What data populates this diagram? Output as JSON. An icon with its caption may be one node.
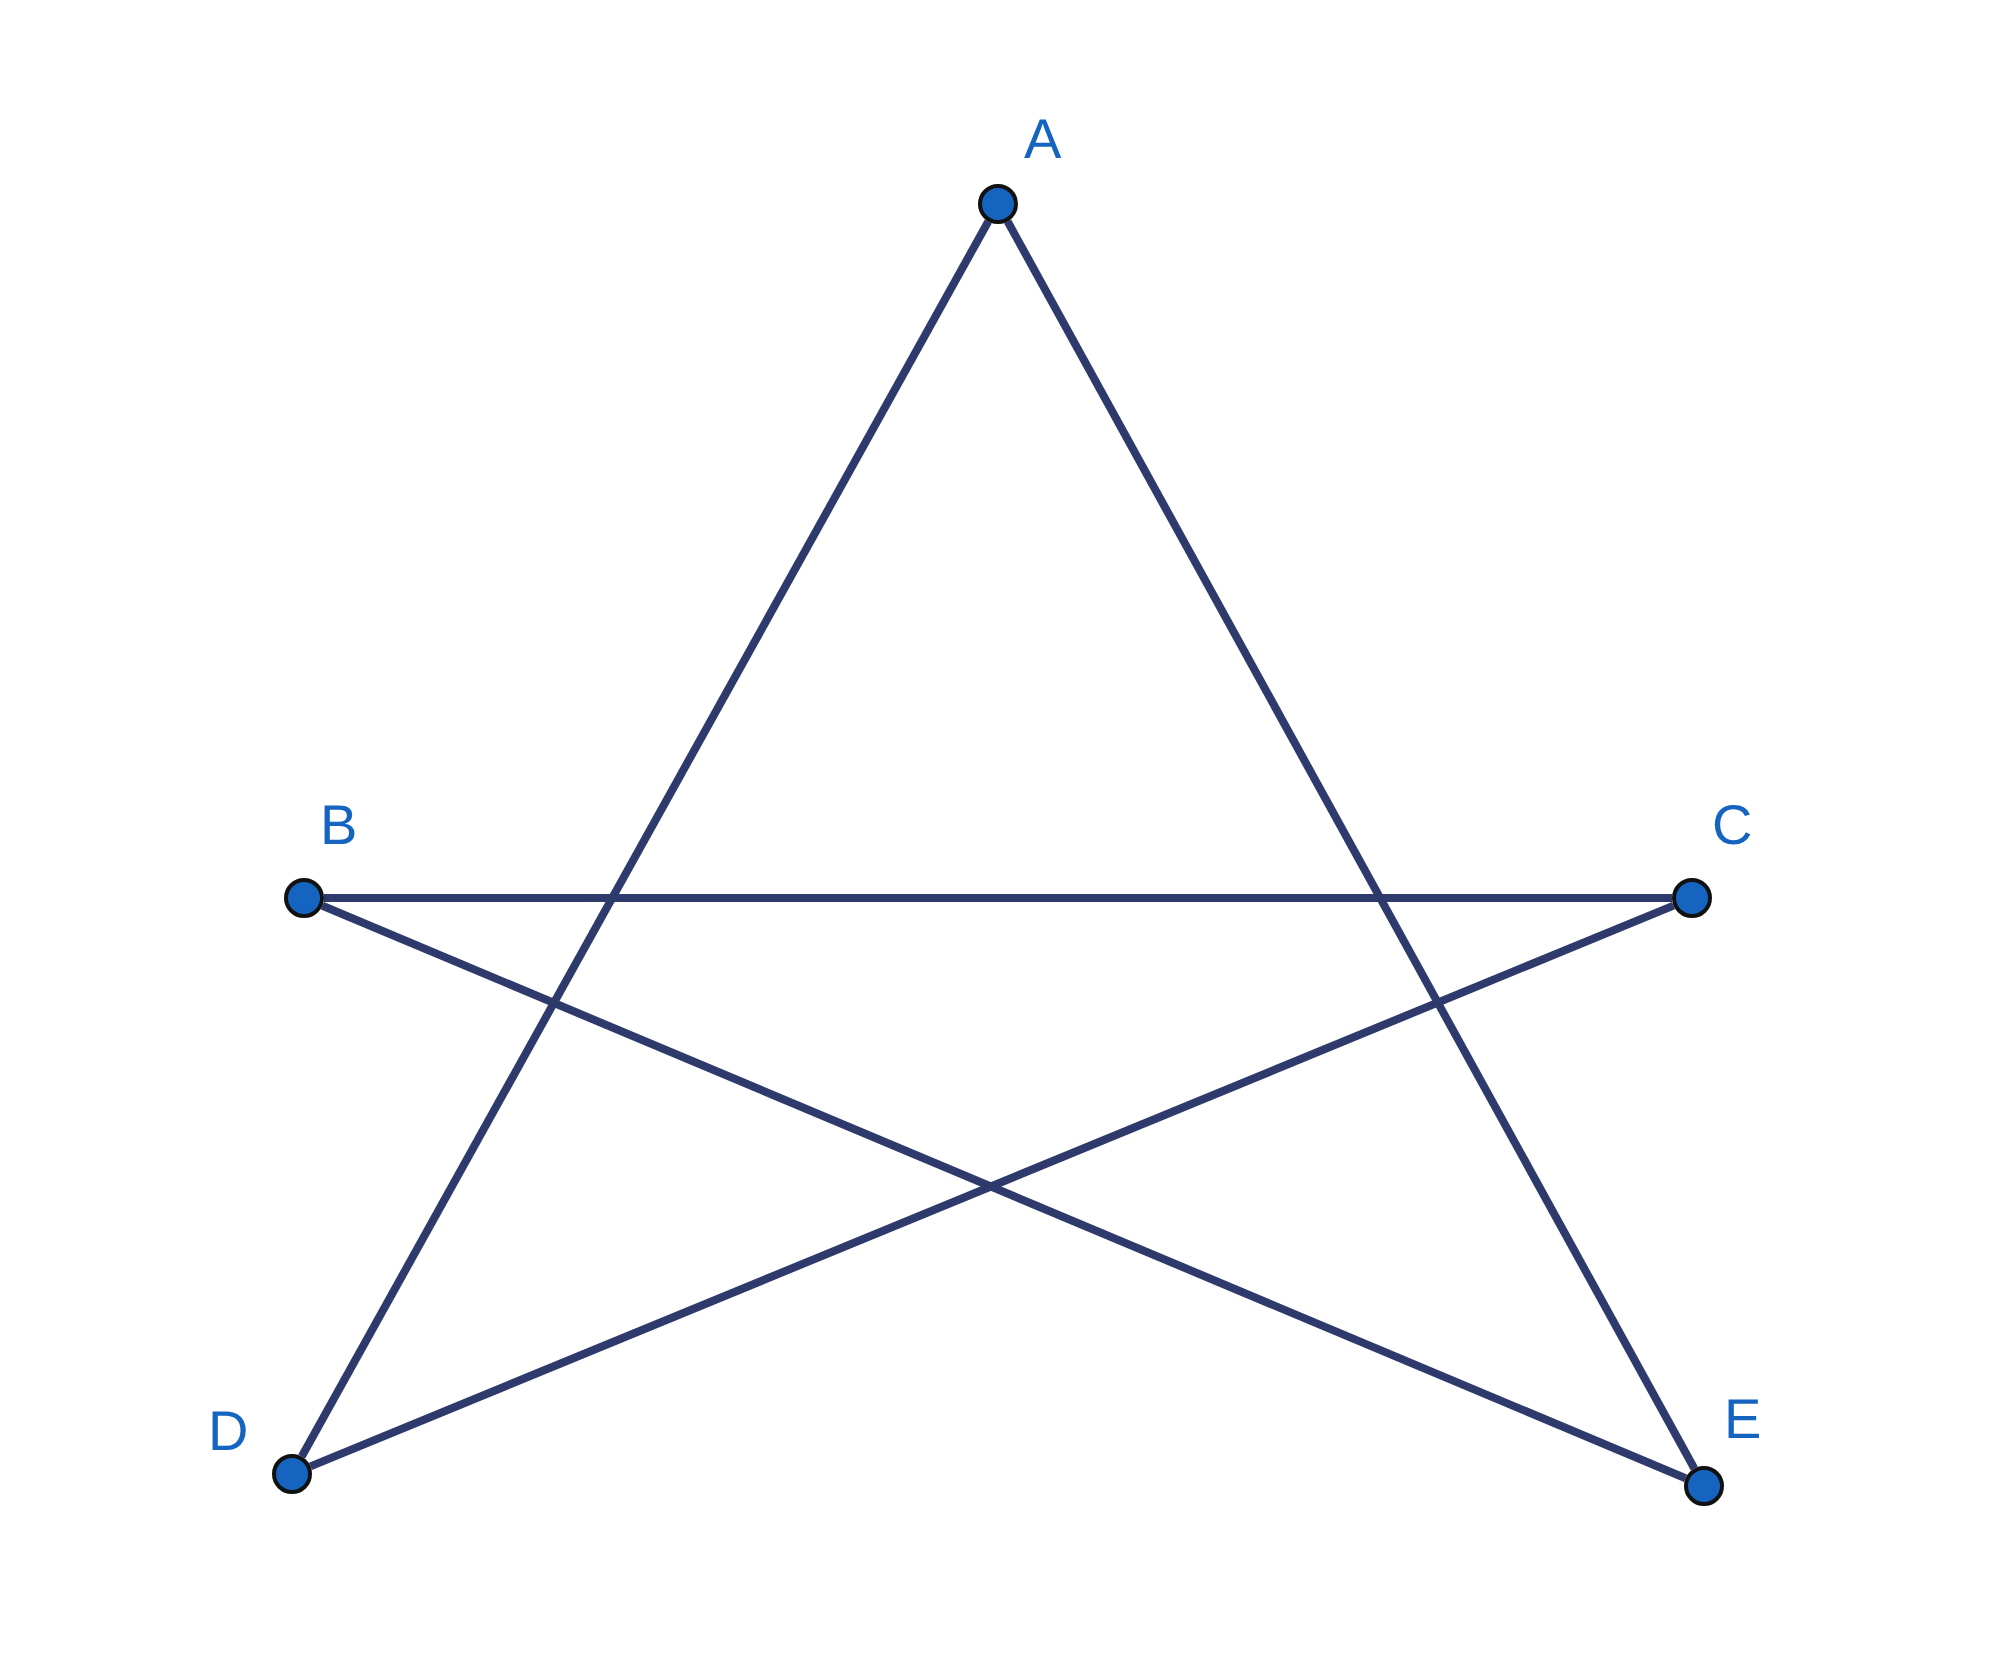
{
  "diagram": {
    "nodes": [
      {
        "text": [
          "A"
        ]
      },
      {
        "text": [
          "B"
        ]
      },
      {
        "text": [
          "C"
        ]
      },
      {
        "text": [
          "D"
        ]
      },
      {
        "text": [
          "E"
        ]
      }
    ],
    "edges": [
      {
        "from": 0,
        "to": 3,
        "arrow": "none"
      },
      {
        "from": 0,
        "to": 4,
        "arrow": "none"
      },
      {
        "from": 1,
        "to": 2,
        "arrow": "none"
      },
      {
        "from": 1,
        "to": 4,
        "arrow": "none"
      },
      {
        "from": 2,
        "to": 3,
        "arrow": "none"
      }
    ]
  }
}
